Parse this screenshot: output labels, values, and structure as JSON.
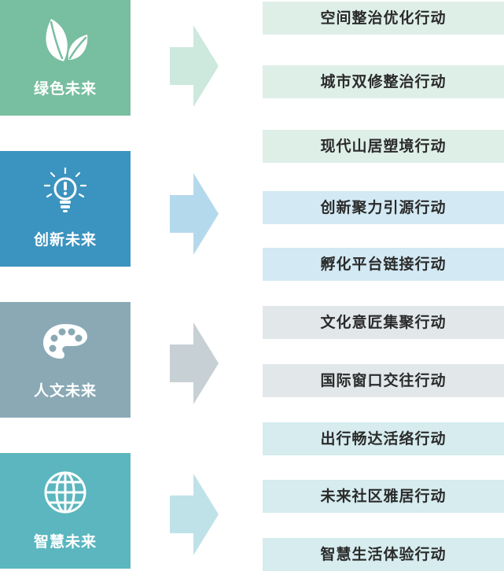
{
  "colors": {
    "green": "#78bea1",
    "blue": "#3b93bf",
    "gray": "#8aa9b5",
    "teal": "#5bb6bf",
    "arrow_green": "#cde8dd",
    "arrow_blue": "#b5d9ec",
    "arrow_gray": "#c7d0d4",
    "arrow_teal": "#bfe2e8",
    "row_green": "#deefe8",
    "row_blue": "#d3e9f3",
    "row_gray": "#e2e7ea",
    "row_teal": "#d6ecef"
  },
  "categories": [
    {
      "label": "绿色未来",
      "icon": "leaves-icon"
    },
    {
      "label": "创新未来",
      "icon": "lightbulb-icon"
    },
    {
      "label": "人文未来",
      "icon": "palette-icon"
    },
    {
      "label": "智慧未来",
      "icon": "globe-icon"
    }
  ],
  "actions": [
    "空间整治优化行动",
    "城市双修整治行动",
    "现代山居塑境行动",
    "创新聚力引源行动",
    "孵化平台链接行动",
    "文化意匠集聚行动",
    "国际窗口交往行动",
    "出行畅达活络行动",
    "未来社区雅居行动",
    "智慧生活体验行动"
  ]
}
